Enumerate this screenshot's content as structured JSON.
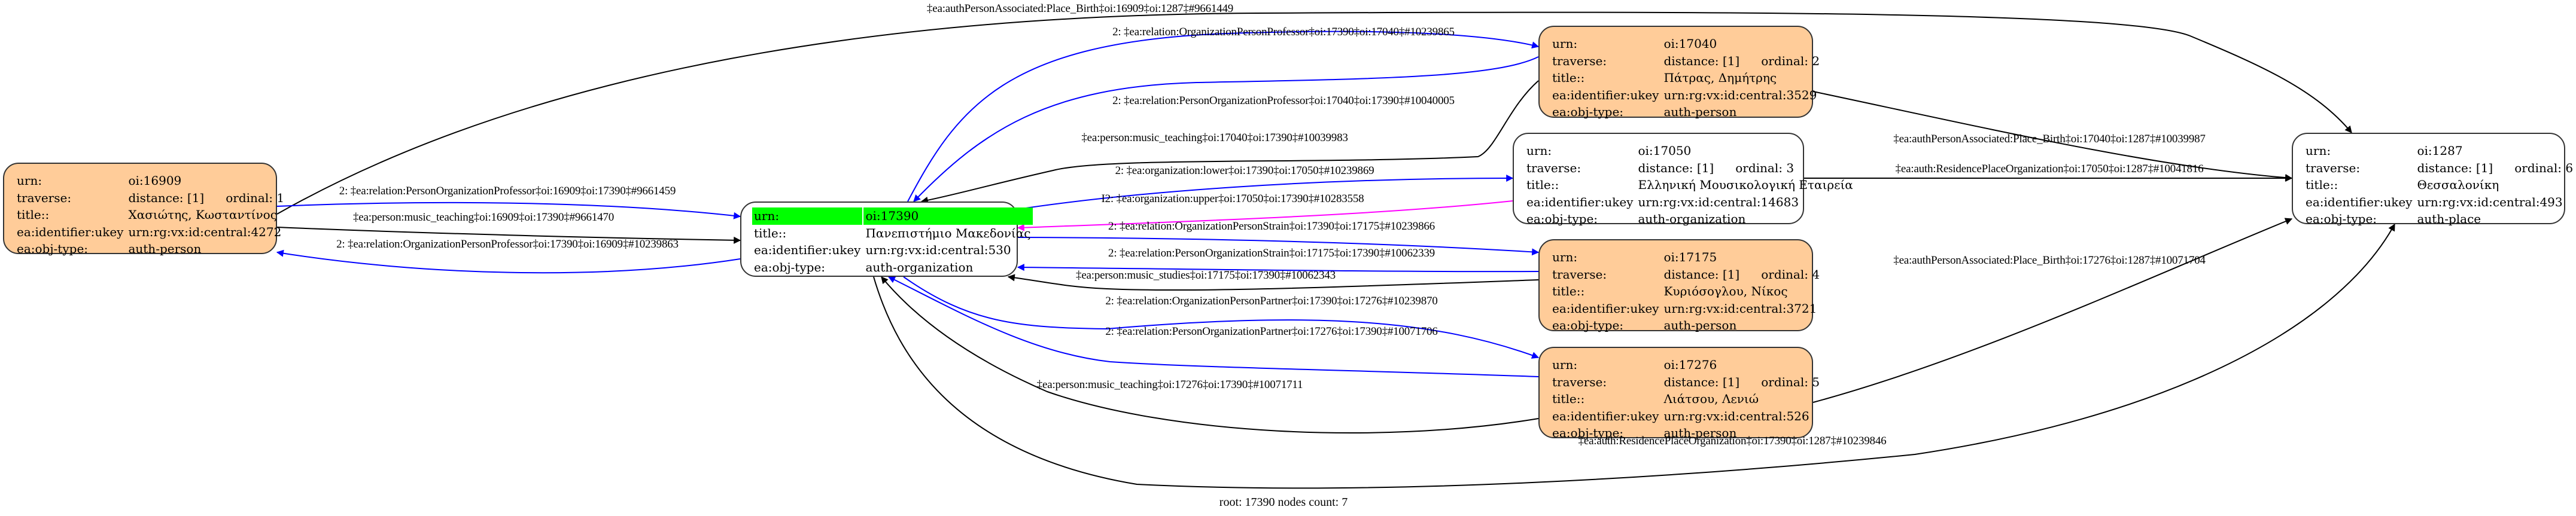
{
  "graph": {
    "caption": "root: 17390 nodes count: 7",
    "colors": {
      "person_fill": "#ffcc99",
      "root_highlight": "#00ff00",
      "edge_relation": "#0000ff",
      "edge_upper": "#ff00ff",
      "edge_default": "#000000"
    },
    "field_labels": {
      "urn": "urn:",
      "traverse": "traverse:",
      "title": "title::",
      "ukey": "ea:identifier:ukey",
      "type": "ea:obj-type:"
    },
    "nodes": [
      {
        "id": "16909",
        "urn": "oi:16909",
        "distance": "distance: [1]",
        "ordinal": "ordinal: 1",
        "title": "Χασιώτης, Κωσταντίνος",
        "ukey": "urn:rg:vx:id:central:4272",
        "type": "auth-person",
        "kind": "person"
      },
      {
        "id": "17390",
        "urn": "oi:17390",
        "title": "Πανεπιστήμιο Μακεδονίας",
        "ukey": "urn:rg:vx:id:central:530",
        "type": "auth-organization",
        "kind": "org",
        "root": true
      },
      {
        "id": "17040",
        "urn": "oi:17040",
        "distance": "distance: [1]",
        "ordinal": "ordinal: 2",
        "title": "Πάτρας, Δημήτρης",
        "ukey": "urn:rg:vx:id:central:3529",
        "type": "auth-person",
        "kind": "person"
      },
      {
        "id": "17050",
        "urn": "oi:17050",
        "distance": "distance: [1]",
        "ordinal": "ordinal: 3",
        "title": "Ελληνική Μουσικολογική Εταιρεία",
        "ukey": "urn:rg:vx:id:central:14683",
        "type": "auth-organization",
        "kind": "org"
      },
      {
        "id": "17175",
        "urn": "oi:17175",
        "distance": "distance: [1]",
        "ordinal": "ordinal: 4",
        "title": "Κυριόσογλου, Νίκος",
        "ukey": "urn:rg:vx:id:central:3721",
        "type": "auth-person",
        "kind": "person"
      },
      {
        "id": "17276",
        "urn": "oi:17276",
        "distance": "distance: [1]",
        "ordinal": "ordinal: 5",
        "title": "Λιάτσου, Λενιώ",
        "ukey": "urn:rg:vx:id:central:526",
        "type": "auth-person",
        "kind": "person"
      },
      {
        "id": "1287",
        "urn": "oi:1287",
        "distance": "distance: [1]",
        "ordinal": "ordinal: 6",
        "title": "Θεσσαλονίκη",
        "ukey": "urn:rg:vx:id:central:493",
        "type": "auth-place",
        "kind": "place"
      }
    ],
    "edges": [
      {
        "id": "e1",
        "from": "16909",
        "to": "1287",
        "style": "default",
        "label": "‡ea:authPersonAssociated:Place_Birth‡oi:16909‡oi:1287‡#9661449"
      },
      {
        "id": "e2",
        "from": "17390",
        "to": "17040",
        "style": "relation",
        "label": "2: ‡ea:relation:OrganizationPersonProfessor‡oi:17390‡oi:17040‡#10239865"
      },
      {
        "id": "e3",
        "from": "17040",
        "to": "17390",
        "style": "relation",
        "label": "2: ‡ea:relation:PersonOrganizationProfessor‡oi:17040‡oi:17390‡#10040005"
      },
      {
        "id": "e4",
        "from": "17040",
        "to": "17390",
        "style": "default",
        "label": "‡ea:person:music_teaching‡oi:17040‡oi:17390‡#10039983"
      },
      {
        "id": "e5",
        "from": "17040",
        "to": "1287",
        "style": "default",
        "label": "‡ea:authPersonAssociated:Place_Birth‡oi:17040‡oi:1287‡#10039987"
      },
      {
        "id": "e6",
        "from": "16909",
        "to": "17390",
        "style": "relation",
        "label": "2: ‡ea:relation:PersonOrganizationProfessor‡oi:16909‡oi:17390‡#9661459"
      },
      {
        "id": "e7",
        "from": "16909",
        "to": "17390",
        "style": "default",
        "label": "‡ea:person:music_teaching‡oi:16909‡oi:17390‡#9661470"
      },
      {
        "id": "e8",
        "from": "17390",
        "to": "16909",
        "style": "relation",
        "label": "2: ‡ea:relation:OrganizationPersonProfessor‡oi:17390‡oi:16909‡#10239863"
      },
      {
        "id": "e9",
        "from": "17390",
        "to": "17050",
        "style": "relation",
        "label": "2: ‡ea:organization:lower‡oi:17390‡oi:17050‡#10239869"
      },
      {
        "id": "e10",
        "from": "17050",
        "to": "17390",
        "style": "upper",
        "label": "I2: ‡ea:organization:upper‡oi:17050‡oi:17390‡#10283558"
      },
      {
        "id": "e11",
        "from": "17050",
        "to": "1287",
        "style": "default",
        "label": "‡ea:auth:ResidencePlaceOrganization‡oi:17050‡oi:1287‡#10041816"
      },
      {
        "id": "e12",
        "from": "17390",
        "to": "17175",
        "style": "relation",
        "label": "2: ‡ea:relation:OrganizationPersonStrain‡oi:17390‡oi:17175‡#10239866"
      },
      {
        "id": "e13",
        "from": "17175",
        "to": "17390",
        "style": "relation",
        "label": "2: ‡ea:relation:PersonOrganizationStrain‡oi:17175‡oi:17390‡#10062339"
      },
      {
        "id": "e14",
        "from": "17175",
        "to": "17390",
        "style": "default",
        "label": "‡ea:person:music_studies‡oi:17175‡oi:17390‡#10062343"
      },
      {
        "id": "e15",
        "from": "17390",
        "to": "17276",
        "style": "relation",
        "label": "2: ‡ea:relation:OrganizationPersonPartner‡oi:17390‡oi:17276‡#10239870"
      },
      {
        "id": "e16",
        "from": "17276",
        "to": "17390",
        "style": "relation",
        "label": "2: ‡ea:relation:PersonOrganizationPartner‡oi:17276‡oi:17390‡#10071706"
      },
      {
        "id": "e17",
        "from": "17276",
        "to": "17390",
        "style": "default",
        "label": "‡ea:person:music_teaching‡oi:17276‡oi:17390‡#10071711"
      },
      {
        "id": "e18",
        "from": "17276",
        "to": "1287",
        "style": "default",
        "label": "‡ea:authPersonAssociated:Place_Birth‡oi:17276‡oi:1287‡#10071704"
      },
      {
        "id": "e19",
        "from": "17390",
        "to": "1287",
        "style": "default",
        "label": "‡ea:auth:ResidencePlaceOrganization‡oi:17390‡oi:1287‡#10239846"
      }
    ]
  }
}
